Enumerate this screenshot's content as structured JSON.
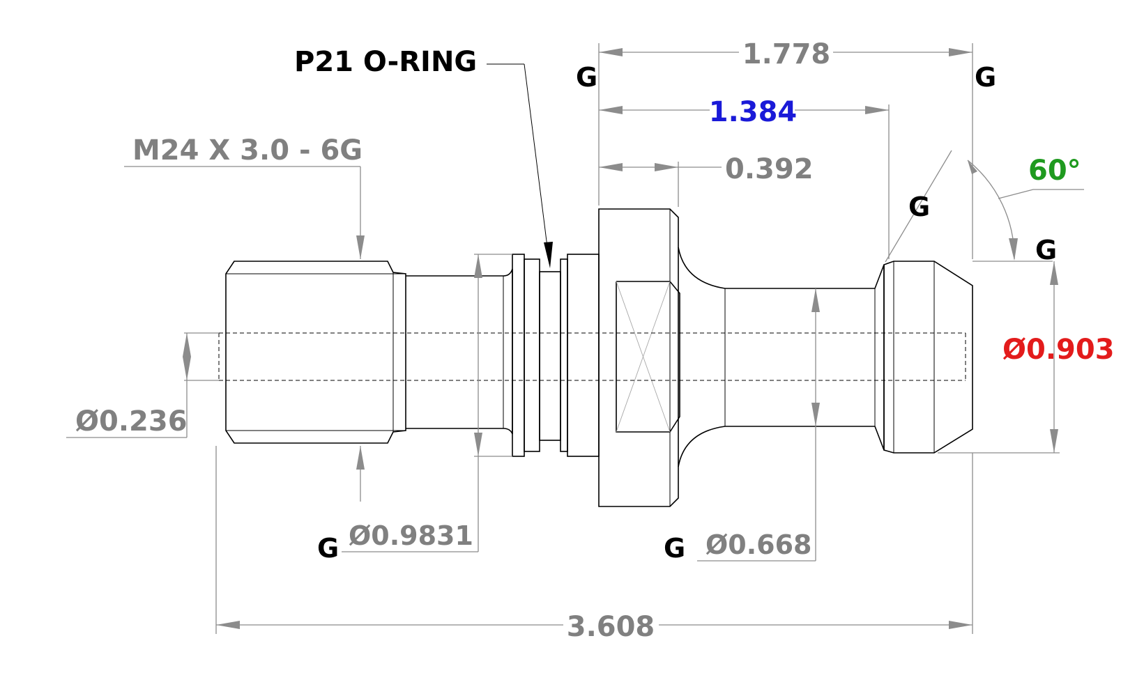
{
  "labels": {
    "oring": "P21 O-RING",
    "thread": "M24 X 3.0 - 6G",
    "overall_length": "3.608",
    "flange_to_end": "1.778",
    "flange_to_head": "1.384",
    "flange_width": "0.392",
    "angle": "60°",
    "head_dia": "Ø0.903",
    "bore_dia": "Ø0.236",
    "groove_dia": "Ø0.9831",
    "neck_dia": "Ø0.668"
  },
  "datum_symbol": "G",
  "colors": {
    "dimension": "#808080",
    "outline": "#000000",
    "highlight_blue": "#1a1ad8",
    "highlight_green": "#1f9a1f",
    "highlight_red": "#e31b1b"
  }
}
